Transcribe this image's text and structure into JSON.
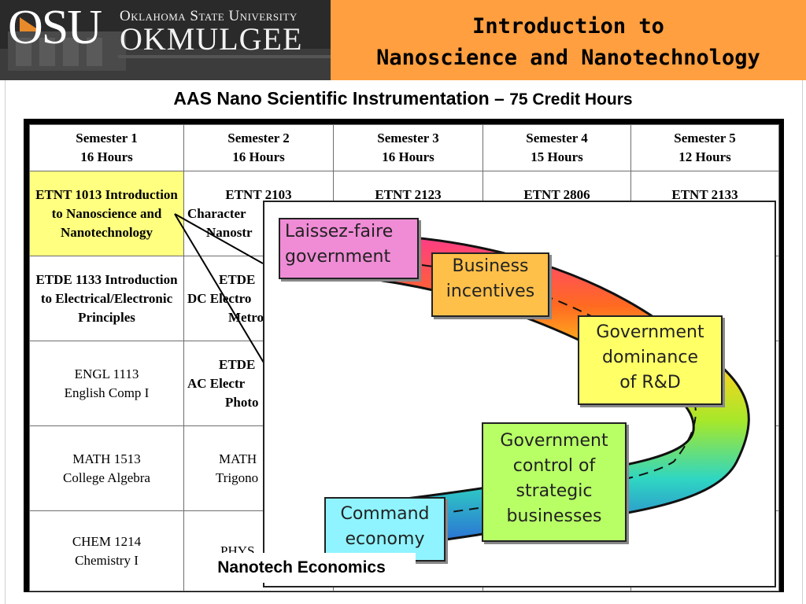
{
  "header": {
    "logo": {
      "osu": "OSU",
      "university": "Oklahoma State University",
      "campus": "OKMULGEE"
    },
    "title_line1": "Introduction to",
    "title_line2": "Nanoscience and Nanotechnology"
  },
  "subtitle": {
    "main": "AAS Nano Scientific Instrumentation",
    "dash": " – ",
    "credit": "75 Credit Hours"
  },
  "schedule": {
    "headers": [
      {
        "line1": "Semester 1",
        "line2": "16 Hours"
      },
      {
        "line1": "Semester 2",
        "line2": "16 Hours"
      },
      {
        "line1": "Semester 3",
        "line2": "16 Hours"
      },
      {
        "line1": "Semester 4",
        "line2": "15 Hours"
      },
      {
        "line1": "Semester 5",
        "line2": "12 Hours"
      }
    ],
    "rows": [
      {
        "c1": "ETNT 1013 Introduction to Nanoscience and Nanotechnology",
        "c2a": "ETNT 2103",
        "c2b": "Character",
        "c2c": "Nanostr",
        "c3": "ETNT 2123",
        "c4": "ETNT 2806",
        "c5": "ETNT 2133"
      },
      {
        "c1": "ETDE 1133 Introduction to Electrical/Electronic Principles",
        "c2a": "ETDE",
        "c2b": "DC Electro",
        "c2c": "Metro"
      },
      {
        "c1a": "ENGL 1113",
        "c1b": "English Comp I",
        "c2a": "ETDE",
        "c2b": "AC Electr",
        "c2c": "Photo"
      },
      {
        "c1a": "MATH 1513",
        "c1b": "College Algebra",
        "c2a": "MATH",
        "c2b": "Trigono"
      },
      {
        "c1a": "CHEM 1214",
        "c1b": "Chemistry I",
        "c2a": "PHYS"
      }
    ]
  },
  "economics": {
    "laissez": [
      "Laissez-faire",
      "government"
    ],
    "business": [
      "Business",
      "incentives"
    ],
    "gov_dominance": [
      "Government",
      "dominance",
      "of R&D"
    ],
    "gov_control": [
      "Government",
      "control of",
      "strategic",
      "businesses"
    ],
    "command": [
      "Command",
      "economy"
    ],
    "caption": "Nanotech Economics"
  },
  "colors": {
    "title_bar": "#ff9f40",
    "highlight_cell": "#ffff80",
    "laissez_box": "#f08cd6",
    "business_box": "#ffc04a",
    "dominance_box": "#ffff66",
    "control_box": "#b8ff66",
    "command_box": "#8ff4ff"
  }
}
